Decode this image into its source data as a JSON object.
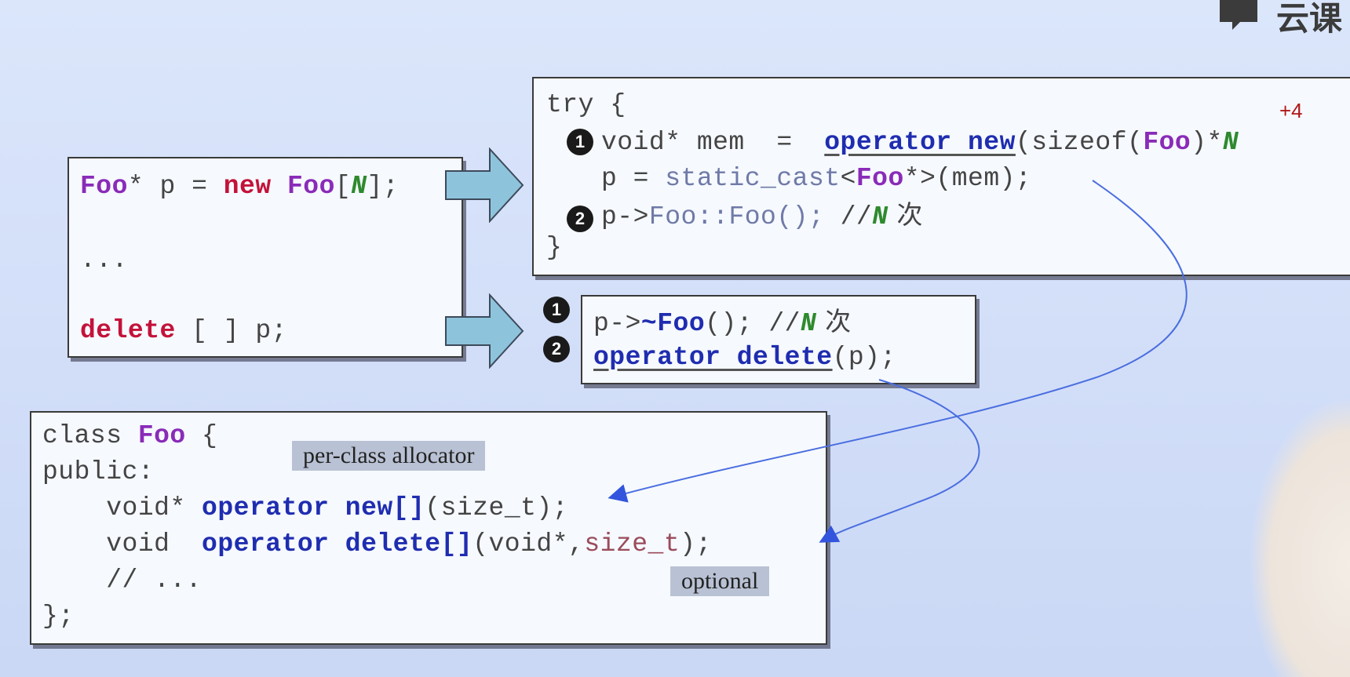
{
  "logo": {
    "text": "云课"
  },
  "annotation": "+4",
  "left_box": {
    "line1": {
      "type": "Foo",
      "star": "* p = ",
      "new": "new",
      "sp": " ",
      "type2": "Foo",
      "br_open": "[",
      "n": "N",
      "br_close": "];"
    },
    "line2": "...",
    "line3": {
      "del": "delete",
      "rest": " [ ] p;"
    }
  },
  "try_box": {
    "l1": "try {",
    "l2": {
      "a": "void* mem  =  ",
      "op": "operator new",
      "b": "(sizeof(",
      "foo": "Foo",
      "c": ")*",
      "n": "N"
    },
    "l3": {
      "a": "p = ",
      "sc": "static_cast",
      "b": "<",
      "foo": "Foo",
      "c": "*>(mem);"
    },
    "l4": {
      "a": "p->",
      "ctor": "Foo::Foo();",
      "b": " //",
      "n": "N",
      "c": " 次"
    },
    "l5": "}"
  },
  "delete_box": {
    "l1": {
      "a": "p->",
      "dtor": "~Foo",
      "b": "(); //",
      "n": "N",
      "c": " 次"
    },
    "l2": {
      "op": "operator delete",
      "b": "(p);"
    }
  },
  "badges": {
    "one": "1",
    "two": "2"
  },
  "class_box": {
    "l1": {
      "a": "class ",
      "foo": "Foo",
      "b": " {"
    },
    "l2": "public:",
    "l3": {
      "a": "    void* ",
      "op": "operator new[]",
      "b": "(size_t);"
    },
    "l4": {
      "a": "    void  ",
      "op": "operator delete[]",
      "b": "(void*,",
      "c": "size_t",
      "d": ");"
    },
    "l5": "    // ...",
    "l6": "};"
  },
  "tags": {
    "per_class": "per-class allocator",
    "optional": "optional"
  }
}
